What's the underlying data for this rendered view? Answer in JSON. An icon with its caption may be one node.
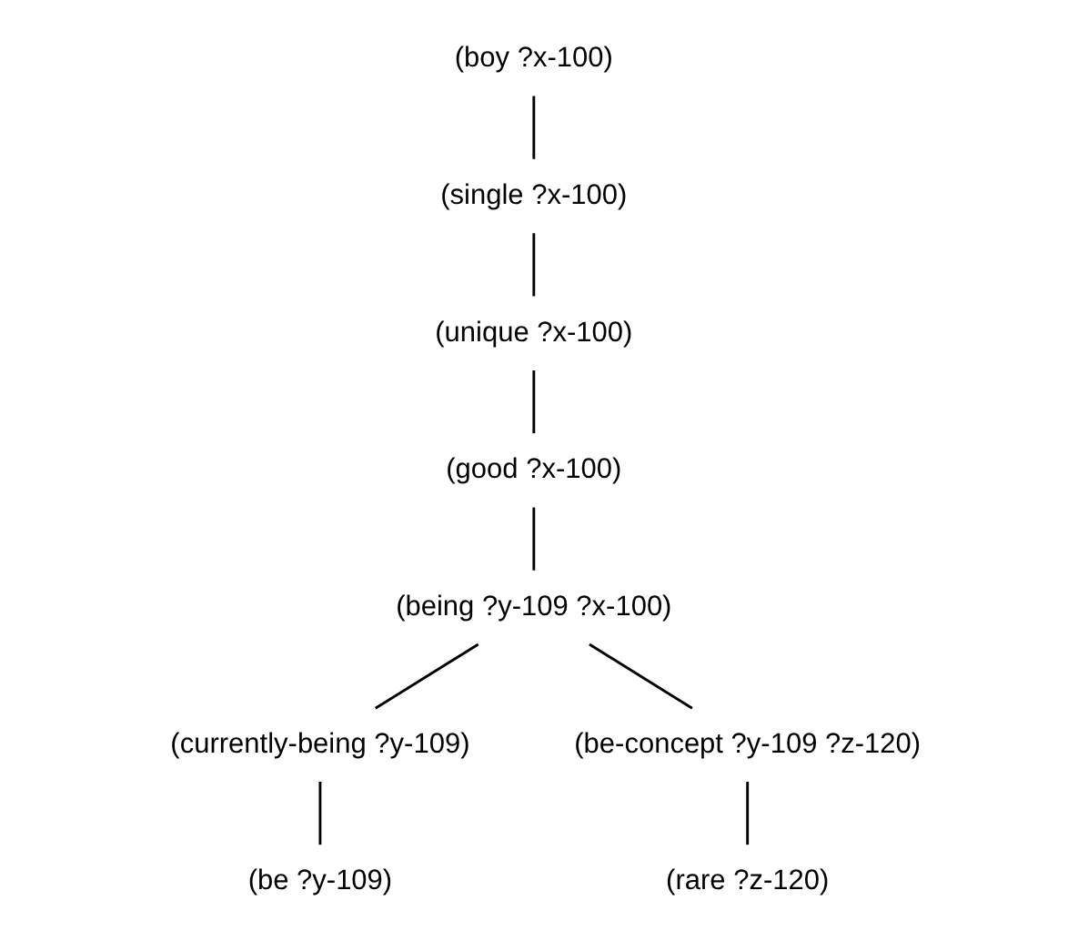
{
  "diagram": {
    "nodes": [
      {
        "text": [
          "(boy ?x-100)"
        ]
      },
      {
        "text": [
          "(single ?x-100)"
        ]
      },
      {
        "text": [
          "(unique ?x-100)"
        ]
      },
      {
        "text": [
          "(good ?x-100)"
        ]
      },
      {
        "text": [
          "(being ?y-109 ?x-100)"
        ]
      },
      {
        "text": [
          "(currently-being ?y-109)"
        ]
      },
      {
        "text": [
          "(be-concept ?y-109 ?z-120)"
        ]
      },
      {
        "text": [
          "(be ?y-109)"
        ]
      },
      {
        "text": [
          "(rare ?z-120)"
        ]
      }
    ],
    "edges": [
      {
        "from": 0,
        "to": 1,
        "arrow": "none"
      },
      {
        "from": 1,
        "to": 2,
        "arrow": "none"
      },
      {
        "from": 2,
        "to": 3,
        "arrow": "none"
      },
      {
        "from": 3,
        "to": 4,
        "arrow": "none"
      },
      {
        "from": 4,
        "to": 5,
        "arrow": "none"
      },
      {
        "from": 4,
        "to": 6,
        "arrow": "none"
      },
      {
        "from": 5,
        "to": 7,
        "arrow": "none"
      },
      {
        "from": 6,
        "to": 8,
        "arrow": "none"
      }
    ]
  }
}
